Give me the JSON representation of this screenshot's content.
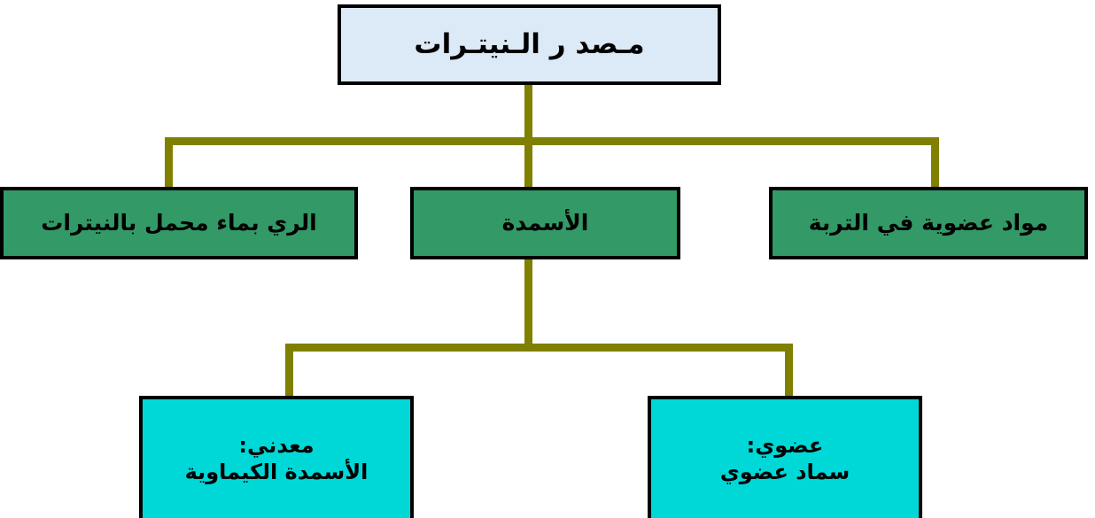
{
  "diagram": {
    "title": "مـصد ر الـنيتـرات",
    "type": "hierarchy-tree",
    "direction": "rtl",
    "colors": {
      "root_fill": "#dce9f7",
      "branch_fill": "#339966",
      "leaf_fill": "#00d8d8",
      "border": "#000000",
      "connector": "#808000",
      "background": "#ffffff",
      "text": "#000000"
    },
    "nodes": {
      "root": {
        "label": "مـصد ر الـنيتـرات",
        "level": 0
      },
      "irrigation": {
        "label": "الري بماء محمل بالنيترات",
        "level": 1
      },
      "fertilizer": {
        "label": "الأسمدة",
        "level": 1
      },
      "organic_soil": {
        "label": "مواد عضوية في التربة",
        "level": 1
      },
      "mineral": {
        "line1": "معدني:",
        "line2": "الأسمدة الكيماوية",
        "level": 2
      },
      "organic": {
        "line1": "عضوي:",
        "line2": "سماد عضوي",
        "level": 2
      }
    }
  }
}
